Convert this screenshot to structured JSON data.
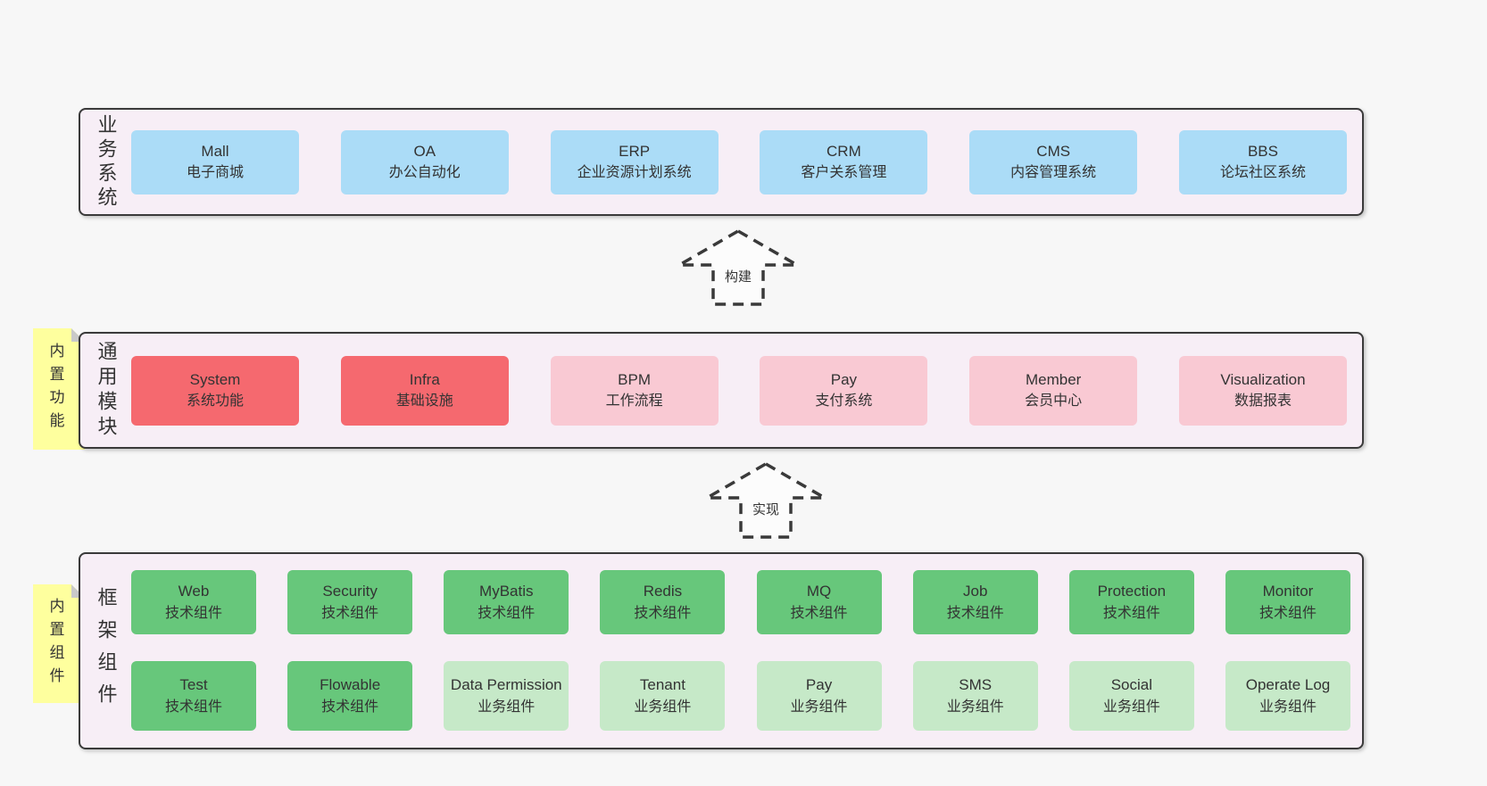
{
  "colors": {
    "page_bg": "#f7f7f7",
    "band_bg": "#f7eef6",
    "band_border": "#3a3a3a",
    "blue_box": "#abdcf7",
    "red_box": "#f5696f",
    "pink_box": "#f9c9d3",
    "green_dark_box": "#67c77b",
    "green_light_box": "#c6e9c8",
    "sticky_note": "#feff9e",
    "text": "#333333"
  },
  "arrows": [
    {
      "label": "构建"
    },
    {
      "label": "实现"
    }
  ],
  "bands": [
    {
      "label": "业务系统",
      "items": [
        {
          "title": "Mall",
          "subtitle": "电子商城"
        },
        {
          "title": "OA",
          "subtitle": "办公自动化"
        },
        {
          "title": "ERP",
          "subtitle": "企业资源计划系统"
        },
        {
          "title": "CRM",
          "subtitle": "客户关系管理"
        },
        {
          "title": "CMS",
          "subtitle": "内容管理系统"
        },
        {
          "title": "BBS",
          "subtitle": "论坛社区系统"
        }
      ]
    },
    {
      "label": "通用模块",
      "note": "内置功能",
      "items": [
        {
          "title": "System",
          "subtitle": "系统功能"
        },
        {
          "title": "Infra",
          "subtitle": "基础设施"
        },
        {
          "title": "BPM",
          "subtitle": "工作流程"
        },
        {
          "title": "Pay",
          "subtitle": "支付系统"
        },
        {
          "title": "Member",
          "subtitle": "会员中心"
        },
        {
          "title": "Visualization",
          "subtitle": "数据报表"
        }
      ]
    },
    {
      "label": "框架组件",
      "note": "内置组件",
      "rows": [
        [
          {
            "title": "Web",
            "subtitle": "技术组件"
          },
          {
            "title": "Security",
            "subtitle": "技术组件"
          },
          {
            "title": "MyBatis",
            "subtitle": "技术组件"
          },
          {
            "title": "Redis",
            "subtitle": "技术组件"
          },
          {
            "title": "MQ",
            "subtitle": "技术组件"
          },
          {
            "title": "Job",
            "subtitle": "技术组件"
          },
          {
            "title": "Protection",
            "subtitle": "技术组件"
          },
          {
            "title": "Monitor",
            "subtitle": "技术组件"
          }
        ],
        [
          {
            "title": "Test",
            "subtitle": "技术组件"
          },
          {
            "title": "Flowable",
            "subtitle": "技术组件"
          },
          {
            "title": "Data Permission",
            "subtitle": "业务组件"
          },
          {
            "title": "Tenant",
            "subtitle": "业务组件"
          },
          {
            "title": "Pay",
            "subtitle": "业务组件"
          },
          {
            "title": "SMS",
            "subtitle": "业务组件"
          },
          {
            "title": "Social",
            "subtitle": "业务组件"
          },
          {
            "title": "Operate Log",
            "subtitle": "业务组件"
          }
        ]
      ]
    }
  ]
}
